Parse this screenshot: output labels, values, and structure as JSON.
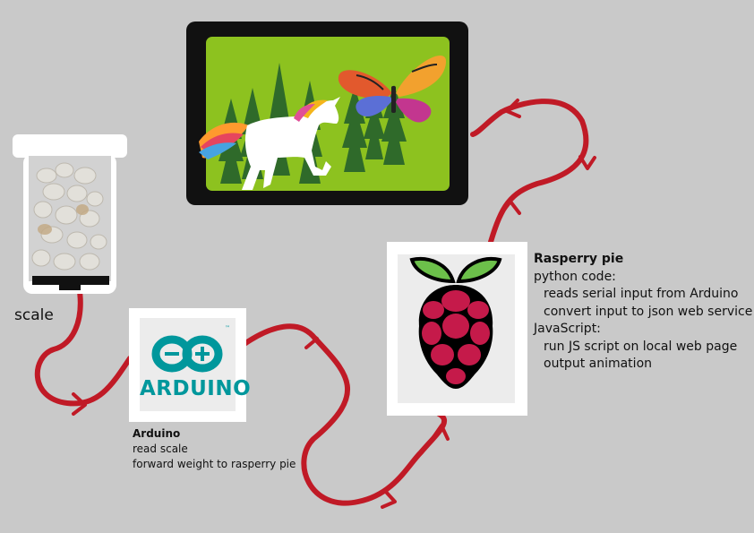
{
  "scale": {
    "label": "scale"
  },
  "arduino": {
    "logo_text": "ARDUINO",
    "logo_mark": "™",
    "title": "Arduino",
    "lines": [
      "read scale",
      "forward weight to rasperry pie"
    ]
  },
  "raspberry": {
    "title": "Rasperry pie",
    "lines": [
      {
        "text": "python code:",
        "indent": false
      },
      {
        "text": "reads serial input from Arduino",
        "indent": true
      },
      {
        "text": "convert input to json web service",
        "indent": true
      },
      {
        "text": "JavaScript:",
        "indent": false
      },
      {
        "text": "run JS script on local web page",
        "indent": true
      },
      {
        "text": "output animation",
        "indent": true
      }
    ]
  },
  "colors": {
    "background": "#c9c9c9",
    "flow_arrow": "#c01a26",
    "screen_frame": "#111111",
    "screen_bg": "#8dc21f",
    "arduino_teal": "#00979c",
    "raspberry_red": "#c51a4a",
    "raspberry_leaf": "#6cc04a"
  },
  "icons": {
    "scale": "scale-jar-icon",
    "arduino": "arduino-logo-icon",
    "raspberry": "raspberry-pi-logo-icon",
    "display": "tablet-display-icon",
    "unicorn": "unicorn-icon",
    "butterfly": "butterfly-icon",
    "trees": "pine-tree-icon"
  }
}
